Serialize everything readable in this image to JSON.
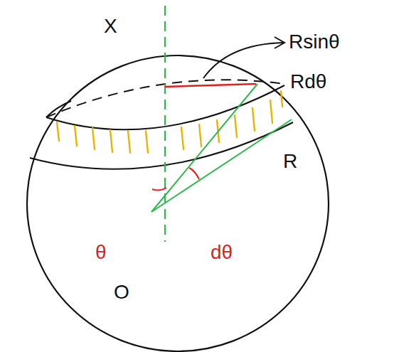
{
  "diagram": {
    "labels": [
      "X",
      "Rsinθ",
      "Rdθ",
      "R",
      "θ",
      "dθ",
      "O"
    ]
  }
}
